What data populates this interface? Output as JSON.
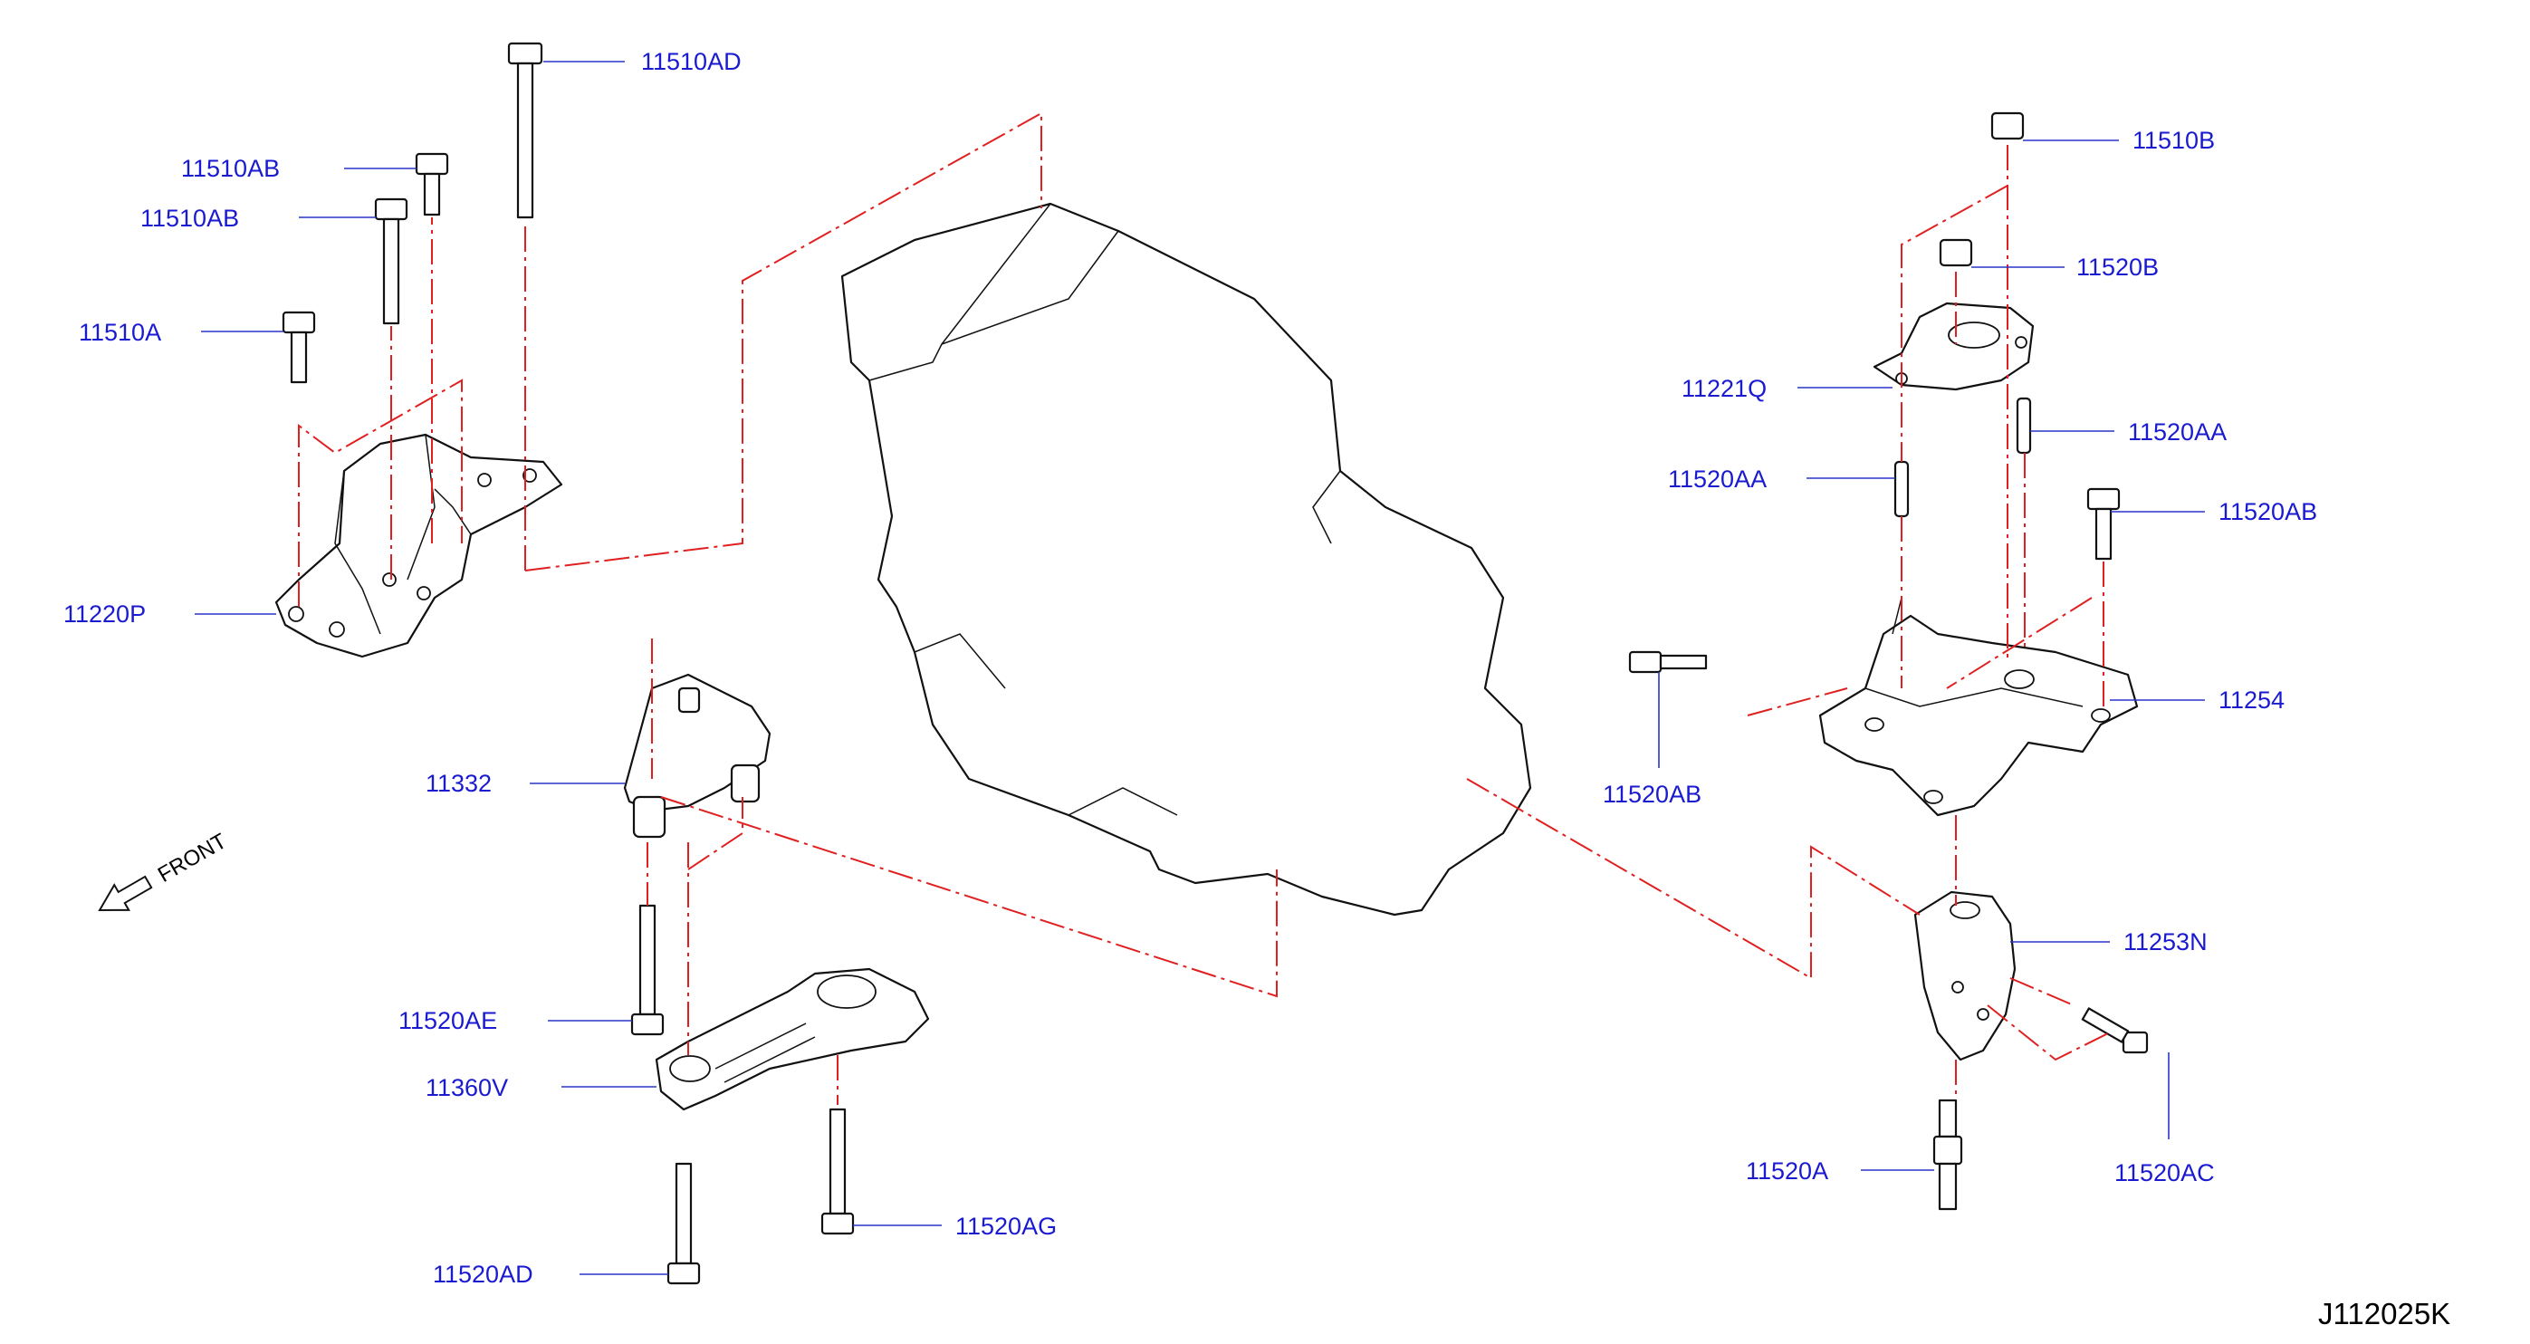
{
  "part_labels": {
    "p11510AD": "11510AD",
    "p11510AB_a": "11510AB",
    "p11510AB_b": "11510AB",
    "p11510A": "11510A",
    "p11220P": "11220P",
    "p11332": "11332",
    "p11520AE": "11520AE",
    "p11360V": "11360V",
    "p11520AD": "11520AD",
    "p11520AG": "11520AG",
    "p11510B": "11510B",
    "p11520B": "11520B",
    "p11221Q": "11221Q",
    "p11520AA_a": "11520AA",
    "p11520AA_b": "11520AA",
    "p11520AB_a": "11520AB",
    "p11520AB_b": "11520AB",
    "p11254": "11254",
    "p11253N": "11253N",
    "p11520A": "11520A",
    "p11520AC": "11520AC"
  },
  "front_indicator": "FRONT",
  "drawing_code": "J112025K",
  "colors": {
    "label": "#1a1ad0",
    "leader": "#2a35c8",
    "centerline": "#e02020",
    "outline": "#111111"
  }
}
